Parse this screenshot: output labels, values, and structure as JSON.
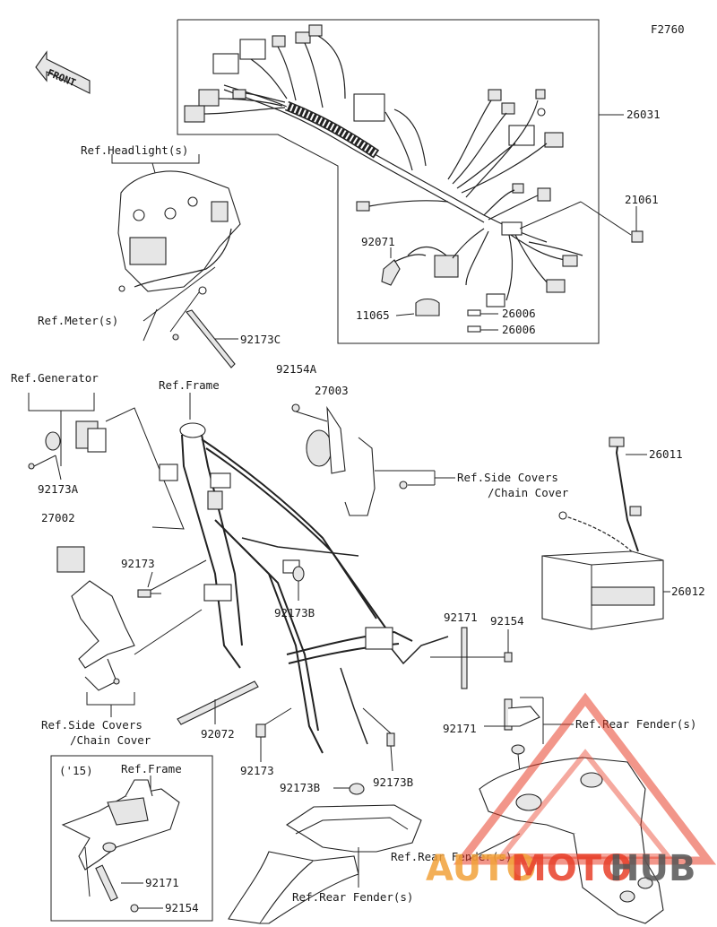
{
  "figure_code": "F2760",
  "front_label": "FRONT",
  "parts": {
    "p26031": "26031",
    "p21061": "21061",
    "p92071": "92071",
    "p11065": "11065",
    "p26006a": "26006",
    "p26006b": "26006",
    "p92173C": "92173C",
    "p92154A": "92154A",
    "p27003": "27003",
    "p92173A": "92173A",
    "p27002": "27002",
    "p92173": "92173",
    "p92173B_a": "92173B",
    "p26011": "26011",
    "p26012": "26012",
    "p92171_a": "92171",
    "p92154_a": "92154",
    "p92171_b": "92171",
    "p92072": "92072",
    "p92173_b": "92173",
    "p92173B_b": "92173B",
    "p92173B_c": "92173B",
    "p92171_c": "92171",
    "p92154_b": "92154"
  },
  "refs": {
    "headlight": "Ref.Headlight(s)",
    "meter": "Ref.Meter(s)",
    "generator": "Ref.Generator",
    "frame": "Ref.Frame",
    "side_covers_1": "Ref.Side Covers",
    "chain_cover_1": "/Chain Cover",
    "side_covers_2": "Ref.Side Covers",
    "chain_cover_2": "/Chain Cover",
    "rear_fender_1": "Ref.Rear Fender(s)",
    "rear_fender_2": "Ref.Rear Fender(s)",
    "rear_fender_3": "Ref.Rear Fender(s)",
    "inset_year": "('15)",
    "inset_frame": "Ref.Frame"
  },
  "watermark": {
    "part1": "AUTO",
    "part2": "MOTO",
    "part3": "HUB",
    "color_red": "#e8402a",
    "color_gold": "#f2a23a",
    "color_dark": "#555555"
  }
}
